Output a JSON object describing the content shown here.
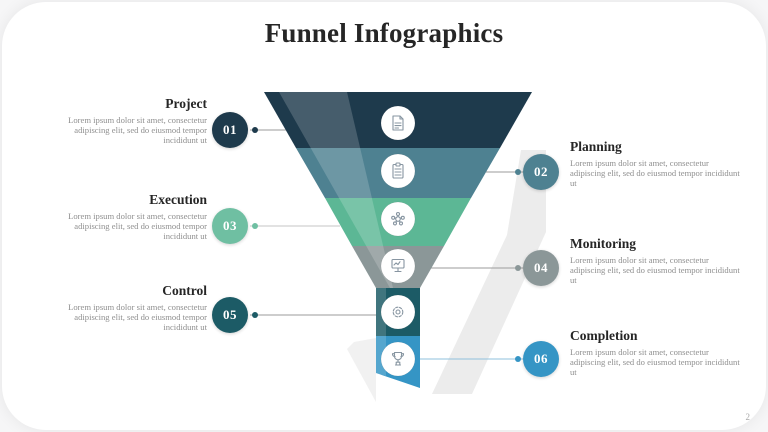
{
  "title": "Funnel Infographics",
  "page_number": "2",
  "body_text": "Lorem ipsum dolor sit amet, consectetur adipiscing elit, sed do eiusmod tempor incididunt ut",
  "steps": [
    {
      "number": "01",
      "label": "Project",
      "side": "left",
      "color": "#1e3a4c",
      "icon": "document-report-icon"
    },
    {
      "number": "02",
      "label": "Planning",
      "side": "right",
      "color": "#4e8191",
      "icon": "clipboard-icon"
    },
    {
      "number": "03",
      "label": "Execution",
      "side": "left",
      "color": "#6fbfa2",
      "icon": "network-icon"
    },
    {
      "number": "04",
      "label": "Monitoring",
      "side": "right",
      "color": "#8b9798",
      "icon": "monitor-icon"
    },
    {
      "number": "05",
      "label": "Control",
      "side": "left",
      "color": "#1c5b66",
      "icon": "gear-icon"
    },
    {
      "number": "06",
      "label": "Completion",
      "side": "right",
      "color": "#3595c5",
      "icon": "trophy-icon"
    }
  ],
  "funnel": {
    "segments": [
      {
        "step": "01",
        "color": "#1e3a4c"
      },
      {
        "step": "02",
        "color": "#4e8191"
      },
      {
        "step": "03",
        "color": "#5cb795"
      },
      {
        "step": "04",
        "color": "#8b9798"
      },
      {
        "step": "05",
        "color": "#1c5b66"
      },
      {
        "step": "06",
        "color": "#3595c5"
      }
    ]
  },
  "colors": {
    "background": "#f6f6f7",
    "slide": "#ffffff",
    "heading": "#262626",
    "body_text": "#8f8f8f",
    "connector_line": "#9b9b9b",
    "accent_line_completion": "#8fc0dc",
    "background_swoosh": "#ececec"
  }
}
